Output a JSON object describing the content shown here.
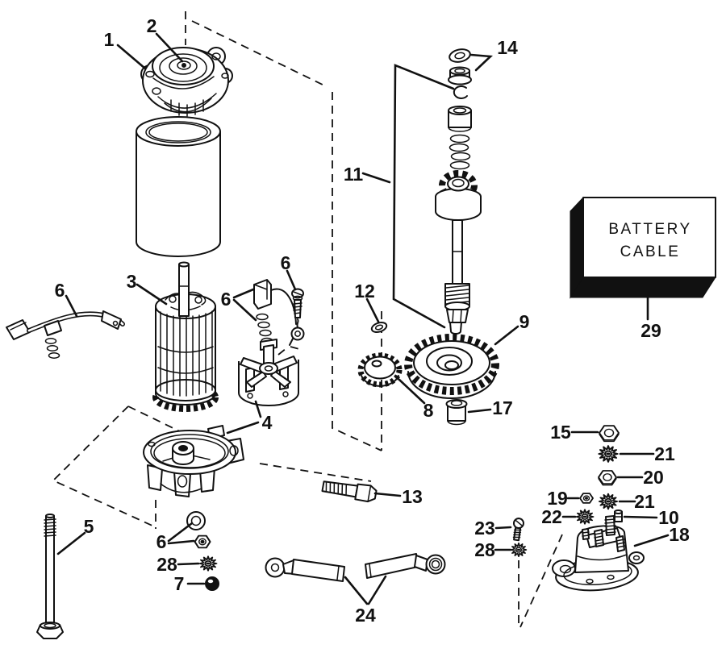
{
  "battery_box": {
    "line1": "BATTERY",
    "line2": "CABLE"
  },
  "callouts": {
    "c1": "1",
    "c2": "2",
    "c3": "3",
    "c4": "4",
    "c5": "5",
    "c6_wire": "6",
    "c6_brush": "6",
    "c6_screw": "6",
    "c6_stack": "6",
    "c7": "7",
    "c8": "8",
    "c9": "9",
    "c10": "10",
    "c11": "11",
    "c12": "12",
    "c13": "13",
    "c14": "14",
    "c15": "15",
    "c17": "17",
    "c18": "18",
    "c19": "19",
    "c20": "20",
    "c21_upper": "21",
    "c21_lower": "21",
    "c22": "22",
    "c23": "23",
    "c24": "24",
    "c28_left": "28",
    "c28_right": "28",
    "c29": "29"
  },
  "colors": {
    "ink": "#111111",
    "background": "#ffffff"
  }
}
